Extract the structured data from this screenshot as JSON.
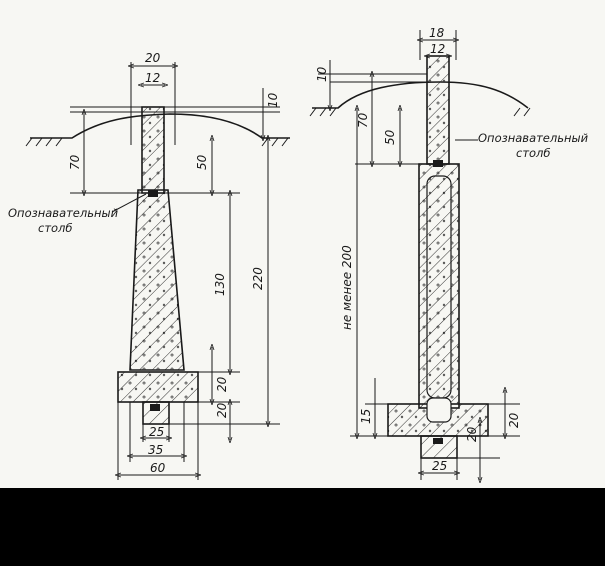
{
  "colors": {
    "paper": "#f7f7f3",
    "ink": "#1a1a1a",
    "frame": "#000000"
  },
  "left_drawing": {
    "label_line1": "Опознавательный",
    "label_line2": "столб",
    "dim_top_outer": "20",
    "dim_top_inner": "12",
    "dim_above_ground": "10",
    "dim_depth": "70",
    "dim_post_below": "50",
    "dim_base_height": "130",
    "dim_total": "220",
    "dim_slab": "20",
    "dim_bottom": "20",
    "dim_width_25": "25",
    "dim_width_35": "35",
    "dim_width_60": "60"
  },
  "right_drawing": {
    "label_line1": "Опознавательный",
    "label_line2": "столб",
    "dim_top_outer": "18",
    "dim_top_inner": "12",
    "dim_above_ground": "10",
    "dim_depth": "70",
    "dim_post_below": "50",
    "dim_min_depth": "не менее 200",
    "dim_15": "15",
    "dim_slab": "20",
    "dim_bottom": "20",
    "dim_width_25": "25"
  }
}
